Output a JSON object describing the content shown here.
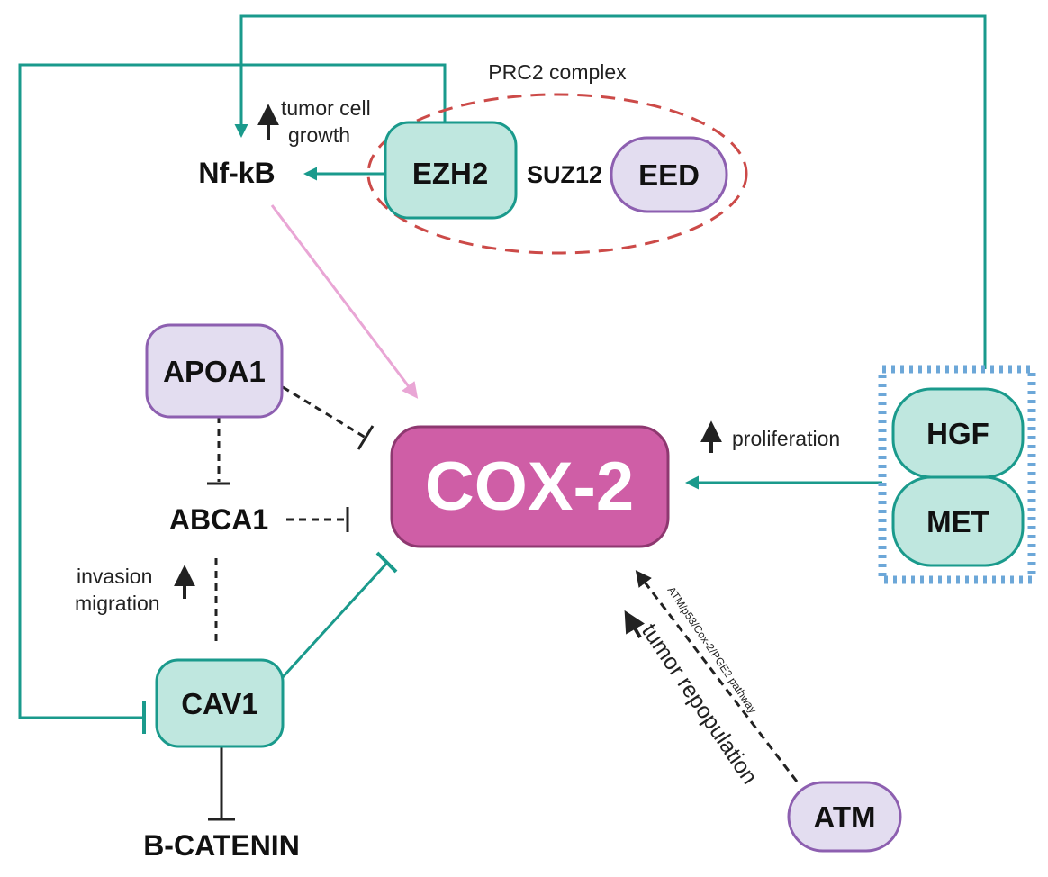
{
  "colors": {
    "teal": "#1a9a8c",
    "teal_fill": "#bfe7df",
    "purple_stroke": "#8d5fb0",
    "purple_fill": "#e3ddf0",
    "cox_fill": "#cf5ea6",
    "cox_stroke": "#8e3870",
    "pink_arrow": "#e9a6d5",
    "prc2_dash": "#cc4a48",
    "receptor_dash": "#6ca7d8",
    "dark": "#222222"
  },
  "nodes": {
    "cox2": "COX-2",
    "nfkb": "Nf-kB",
    "ezh2": "EZH2",
    "suz12": "SUZ12",
    "eed": "EED",
    "apoa1": "APOA1",
    "abca1": "ABCA1",
    "cav1": "CAV1",
    "bcatenin": "B-CATENIN",
    "hgf": "HGF",
    "met": "MET",
    "atm": "ATM"
  },
  "labels": {
    "prc2_complex": "PRC2 complex",
    "tumor_cell_line1": "tumor cell",
    "tumor_cell_line2": "growth",
    "proliferation": "proliferation",
    "invasion": "invasion",
    "migration": "migration",
    "tumor_repopulation": "tumor repopulation",
    "pathway": "ATM/p53/Cox-2/PGE2  pathway"
  }
}
